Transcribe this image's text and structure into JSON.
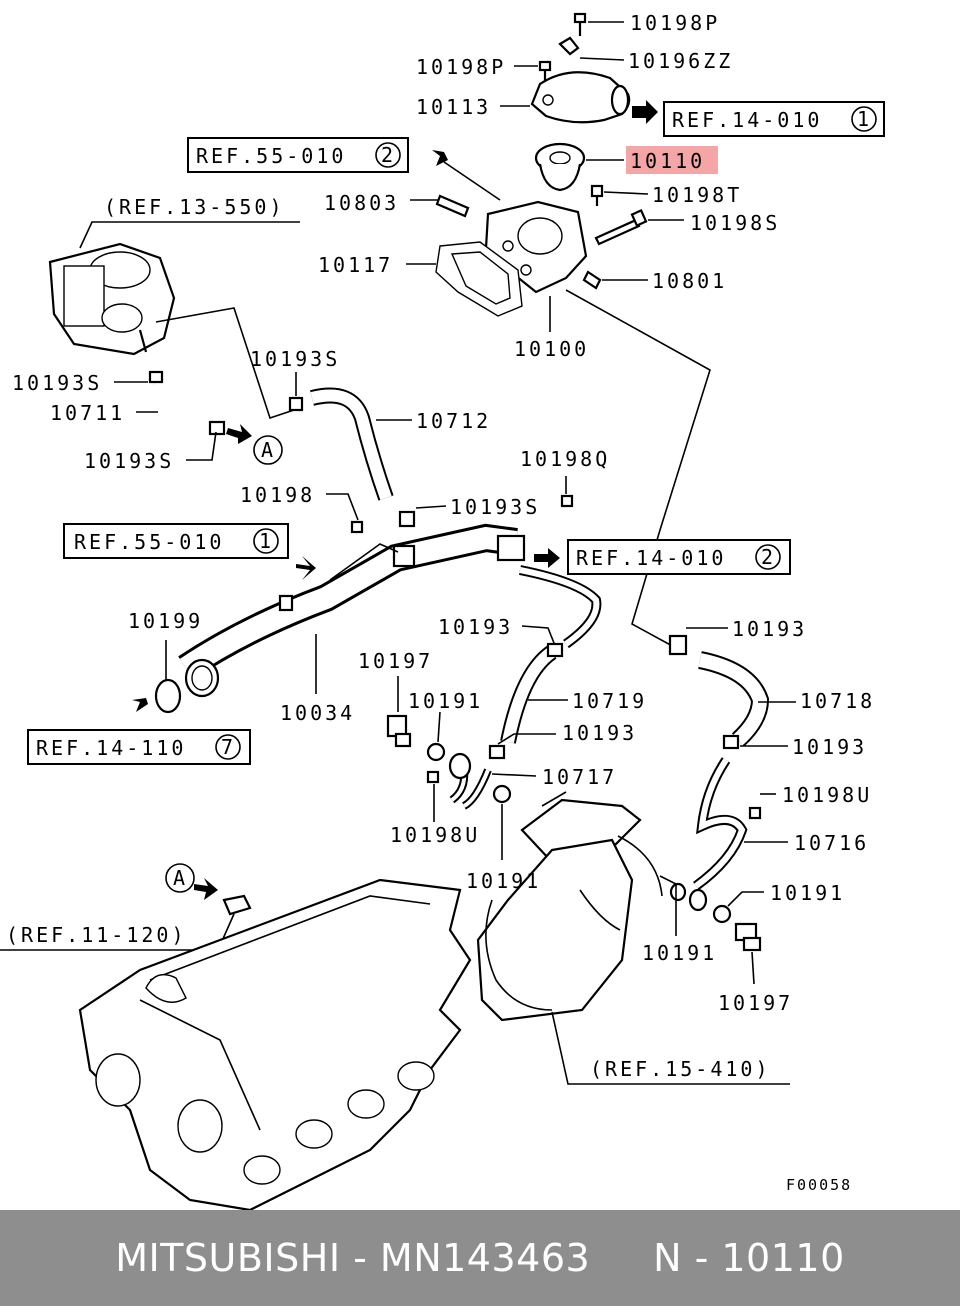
{
  "diagram": {
    "highlight_color": "#f4a6a6",
    "figure_code": "F00058",
    "refs": {
      "ref_14_010_1": {
        "text": "REF.14-010",
        "num": "1"
      },
      "ref_55_010_2": {
        "text": "REF.55-010",
        "num": "2"
      },
      "ref_55_010_1": {
        "text": "REF.55-010",
        "num": "1"
      },
      "ref_14_010_2": {
        "text": "REF.14-010",
        "num": "2"
      },
      "ref_14_110_7": {
        "text": "REF.14-110",
        "num": "7"
      }
    },
    "paren_refs": {
      "ref_13_550": "(REF.13-550)",
      "ref_11_120": "(REF.11-120)",
      "ref_15_410": "(REF.15-410)"
    },
    "markers": {
      "a": "A"
    },
    "labels": {
      "p10198P_a": "10198P",
      "p10196ZZ": "10196ZZ",
      "p10198P_b": "10198P",
      "p10113": "10113",
      "p10110": "10110",
      "p10803": "10803",
      "p10198T": "10198T",
      "p10198S": "10198S",
      "p10117": "10117",
      "p10801": "10801",
      "p10100": "10100",
      "p10193S_a": "10193S",
      "p10193S_b": "10193S",
      "p10711": "10711",
      "p10712": "10712",
      "p10193S_c": "10193S",
      "p10198Q": "10198Q",
      "p10198": "10198",
      "p10193S_d": "10193S",
      "p10199": "10199",
      "p10193_a": "10193",
      "p10193_b": "10193",
      "p10197_a": "10197",
      "p10191_a": "10191",
      "p10719": "10719",
      "p10718": "10718",
      "p10034": "10034",
      "p10193_c": "10193",
      "p10193_d": "10193",
      "p10717": "10717",
      "p10198U_a": "10198U",
      "p10198U_b": "10198U",
      "p10716": "10716",
      "p10191_b": "10191",
      "p10191_c": "10191",
      "p10191_d": "10191",
      "p10197_b": "10197"
    }
  },
  "footer": {
    "brand": "MITSUBISHI",
    "part_number": "MN143463",
    "ref": "N - 10110",
    "text": "MITSUBISHI - MN143463     N - 10110"
  }
}
